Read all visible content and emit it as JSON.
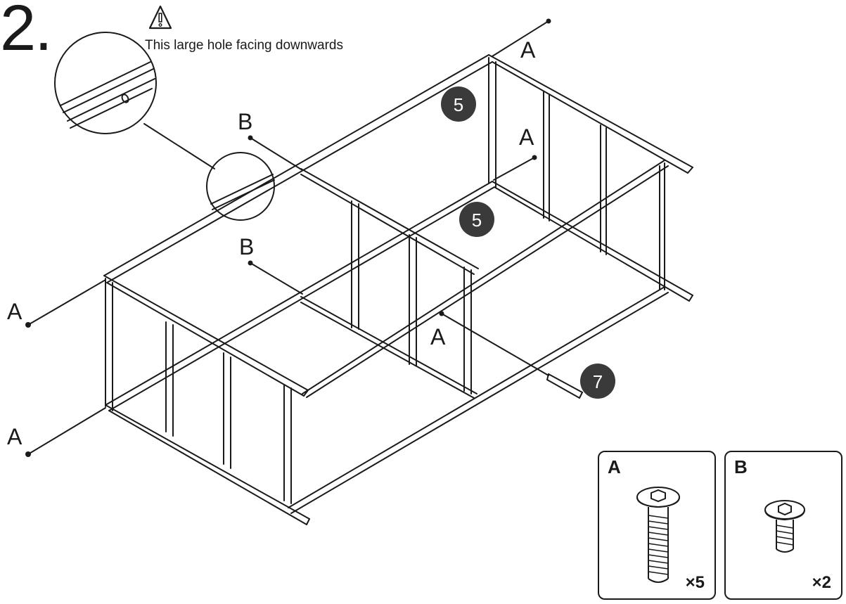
{
  "step": {
    "number": "2."
  },
  "warning": {
    "icon": "warning-triangle-icon",
    "text": "This large hole facing downwards"
  },
  "callouts": {
    "screw_a": "A",
    "screw_b": "B"
  },
  "part_badges": [
    "5",
    "5",
    "7"
  ],
  "hardware": [
    {
      "letter": "A",
      "quantity": "×5",
      "icon": "long-hex-screw-icon"
    },
    {
      "letter": "B",
      "quantity": "×2",
      "icon": "short-hex-screw-icon"
    }
  ],
  "colors": {
    "line": "#1a1a1a",
    "badge": "#3a3a3a",
    "background": "#ffffff"
  }
}
